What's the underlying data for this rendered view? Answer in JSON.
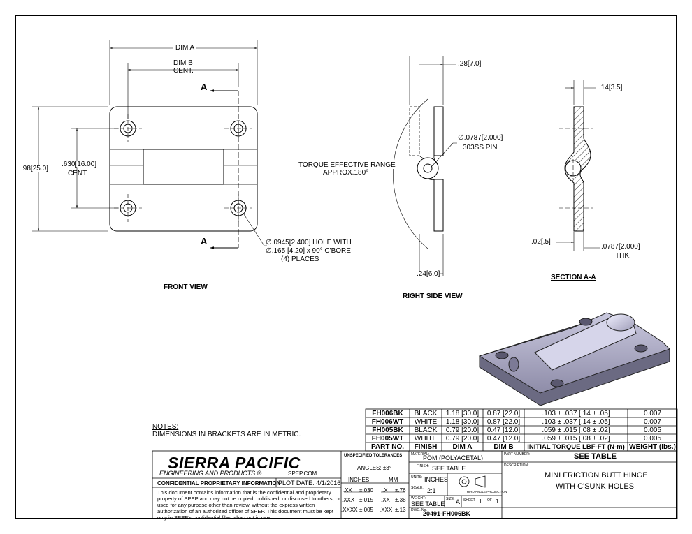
{
  "front_view": {
    "dim_a": "DIM A",
    "dim_b": "DIM B",
    "dim_b_cent": "CENT.",
    "height_dim": ".98",
    "height_dim_metric": "25.0",
    "center_dim": ".630",
    "center_dim_metric": "16.00",
    "center_cent": "CENT.",
    "section_label_top": "A",
    "section_label_bottom": "A",
    "hole_note_line1_prefix": ".0945",
    "hole_note_line1_metric": "2.400",
    "hole_note_line1_suffix": "HOLE WITH",
    "hole_note_line2": ".165 [4.20] x 90° C'BORE",
    "hole_note_line3": "(4) PLACES",
    "title": "FRONT VIEW",
    "diameter_symbol": "∅"
  },
  "side_view": {
    "width_top": ".28",
    "width_top_metric": "7.0",
    "pin_dia": ".0787",
    "pin_dia_metric": "2.000",
    "pin_material": "303SS PIN",
    "torque_line1": "TORQUE EFFECTIVE RANGE",
    "torque_line2": "APPROX.180°",
    "width_bottom": ".24",
    "width_bottom_metric": "6.0",
    "title": "RIGHT SIDE VIEW"
  },
  "section_view": {
    "thk_top": ".14",
    "thk_top_metric": "3.5",
    "gap": ".02",
    "gap_metric": ".5",
    "thk": ".0787",
    "thk_metric": "2.000",
    "thk_label": "THK.",
    "title": "SECTION A-A"
  },
  "notes": {
    "heading": "NOTES:",
    "line1": "DIMENSIONS IN BRACKETS ARE IN METRIC."
  },
  "parts_table": {
    "headers": [
      "PART NO.",
      "FINISH",
      "DIM A",
      "DIM B",
      "INITIAL TORQUE LBF-FT (N-m)",
      "WEIGHT (lbs.)"
    ],
    "rows": [
      [
        "FH006BK",
        "BLACK",
        "1.18 [30.0]",
        "0.87 [22.0]",
        ".103 ± .037 [.14 ± .05]",
        "0.007"
      ],
      [
        "FH006WT",
        "WHITE",
        "1.18 [30.0]",
        "0.87 [22.0]",
        ".103 ± .037 [.14 ± .05]",
        "0.007"
      ],
      [
        "FH005BK",
        "BLACK",
        "0.79 [20.0]",
        "0.47 [12.0]",
        ".059 ± .015 [.08 ± .02]",
        "0.005"
      ],
      [
        "FH005WT",
        "WHITE",
        "0.79 [20.0]",
        "0.47 [12.0]",
        ".059 ± .015 [.08 ± .02]",
        "0.005"
      ]
    ]
  },
  "title_block": {
    "company": "SIERRA PACIFIC",
    "company_sub": "ENGINEERING AND PRODUCTS ®",
    "website": "SPEP.COM",
    "confidential": "CONFIDENTIAL PROPRIETARY INFORMATION",
    "plot_date_label": "PLOT DATE:",
    "plot_date": "4/1/2016",
    "confidential_text": "This document contains information that is the confidential and proprietary property of SPEP and may not be copied, published, or disclosed to others, or used for any purpose  other than review, without the express written authorization of an authorized officer of SPEP. This document must be kept only in SPEP's confidential files when not in use.",
    "tolerances_title": "UNSPECIFIED TOLERANCES",
    "angles": "ANGLES: ±3°",
    "inches_header": "INCHES",
    "mm_header": "MM",
    "tol_rows": [
      [
        ".XX",
        "±.030",
        ".X",
        "±.76"
      ],
      [
        ".XXX",
        "±.015",
        ".XX",
        "±.38"
      ],
      [
        ".XXXX",
        "±.005",
        ".XXX",
        "±.13"
      ]
    ],
    "material_label": "MATERIAL:",
    "material": "POM (POLYACETAL)",
    "finish_label": "FINISH:",
    "finish": "SEE TABLE",
    "units_label": "UNITS:",
    "units": "INCHES",
    "scale_label": "SCALE:",
    "scale": "2:1",
    "projection": "THIRD ANGLE PROJECTION",
    "weight_label": "WEIGHT:",
    "weight": "SEE TABLE",
    "size_label": "SIZE:",
    "size": "A",
    "sheet_label": "SHEET",
    "sheet": "1",
    "of_label": "OF",
    "of": "1",
    "dwg_label": "DWG. No.",
    "dwg_no": "20491-FH006BK",
    "part_number_label": "PART NUMBER:",
    "part_number": "SEE TABLE",
    "description_label": "DESCRIPTION:",
    "description_line1": "MINI FRICTION BUTT HINGE",
    "description_line2": "WITH C'SUNK HOLES"
  }
}
